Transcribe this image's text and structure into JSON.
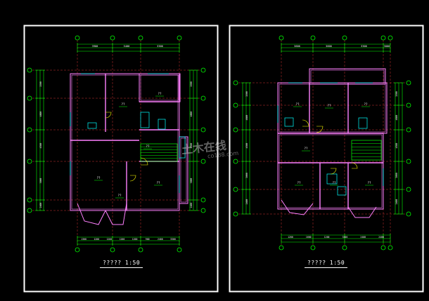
{
  "sheets": [
    {
      "id": "left",
      "caption": "?????  1:50",
      "room_labels": [
        "??",
        "??",
        "??",
        "??",
        "??",
        "??"
      ],
      "top_dims": [
        "3900",
        "5400",
        "3300"
      ],
      "bottom_dims": [
        "1300",
        "1200",
        "1200",
        "1200",
        "1200",
        "900",
        "2400",
        "3300"
      ],
      "side_dims": [
        "1500",
        "4800",
        "4500",
        "3000",
        "2400"
      ]
    },
    {
      "id": "right",
      "caption": "?????  1:50",
      "room_labels": [
        "??",
        "??",
        "??",
        "??",
        "??",
        "??",
        "??"
      ],
      "top_dims": [
        "3600",
        "3600",
        "3300",
        "3000"
      ],
      "bottom_dims": [
        "1200",
        "1600",
        "1200",
        "3300",
        "2400",
        "2400"
      ],
      "side_dims": [
        "1500",
        "4800",
        "4500",
        "3000",
        "2400"
      ]
    }
  ],
  "watermark": {
    "main": "土木在线",
    "sub": "co188.com"
  },
  "colors": {
    "background": "#000000",
    "frame": "#ffffff",
    "wall": "#ff80ff",
    "dimension": "#00ff00",
    "axis": "#ff4040",
    "text": "#ffffff",
    "furniture": "#00ffff",
    "accent": "#ffff00"
  }
}
